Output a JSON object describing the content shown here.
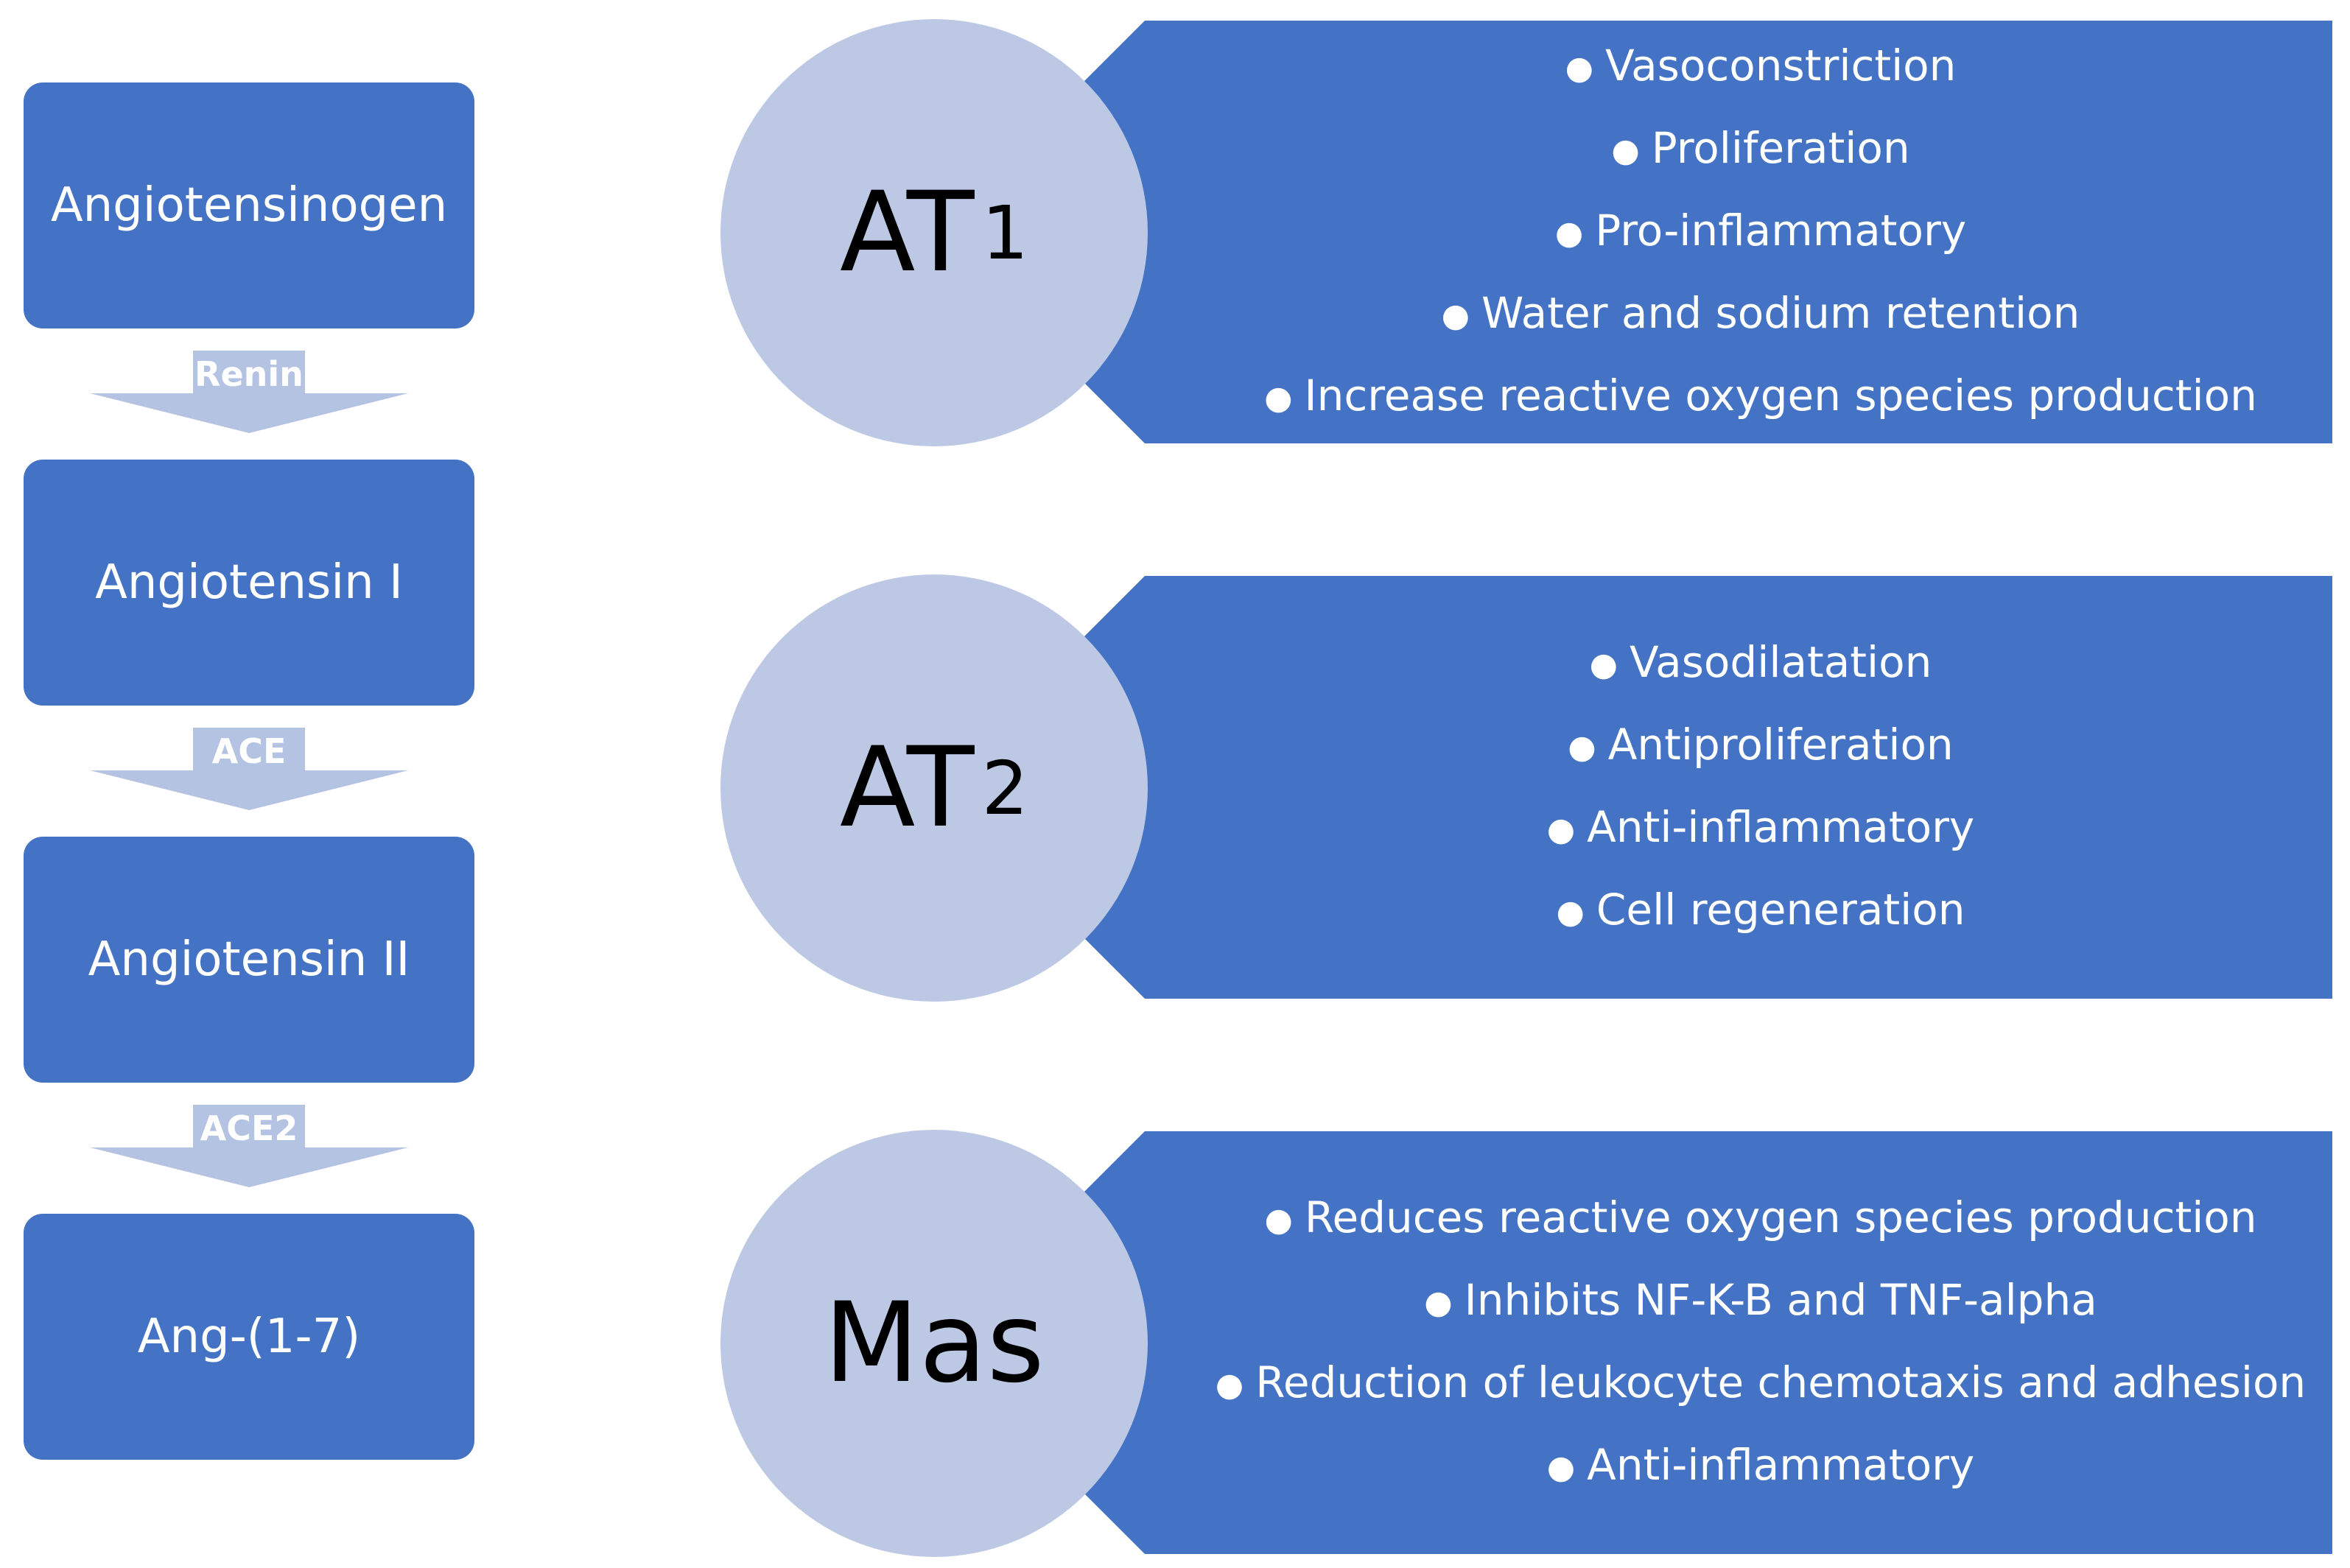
{
  "cascade": [
    {
      "label": "Angiotensinogen"
    },
    {
      "label": "Angiotensin I"
    },
    {
      "label": "Angiotensin II"
    },
    {
      "label": "Ang-(1-7)"
    }
  ],
  "enzymes": [
    {
      "label": "Renin"
    },
    {
      "label": "ACE"
    },
    {
      "label": "ACE2"
    }
  ],
  "receptors": [
    {
      "name": "AT",
      "subscript": "1",
      "effects": [
        "Vasoconstriction",
        "Proliferation",
        "Pro-inflammatory",
        "Water and sodium retention",
        "Increase reactive oxygen species production"
      ]
    },
    {
      "name": "AT",
      "subscript": "2",
      "effects": [
        "Vasodilatation",
        "Antiproliferation",
        "Anti-inflammatory",
        "Cell regeneration"
      ]
    },
    {
      "name": "Mas",
      "subscript": "",
      "effects": [
        "Reduces reactive oxygen species production",
        "Inhibits NF-K-B and TNF-alpha",
        "Reduction of leukocyte chemotaxis and adhesion",
        "Anti-inflammatory"
      ]
    }
  ],
  "colors": {
    "box_blue": "#4472C4",
    "circle_light": "#BDC9E4",
    "arrow_light": "#B4C3E2",
    "text_white": "#FFFFFF",
    "text_black": "#000000"
  }
}
